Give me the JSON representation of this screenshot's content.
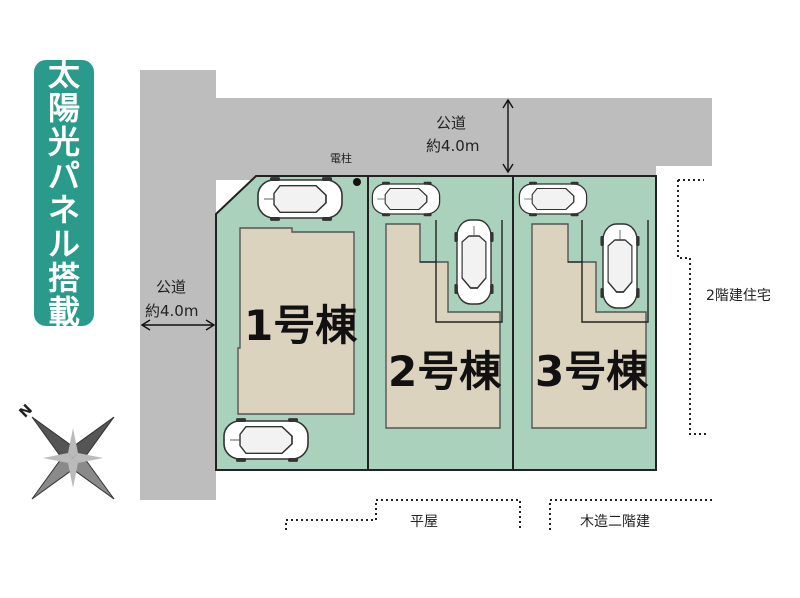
{
  "banner": {
    "text": "太陽光パネル搭載"
  },
  "roads": {
    "top": {
      "name": "公道",
      "width": "約4.0m"
    },
    "left": {
      "name": "公道",
      "width": "約4.0m"
    }
  },
  "pole_label": "電柱",
  "lots": [
    {
      "label": "1号棟"
    },
    {
      "label": "2号棟"
    },
    {
      "label": "3号棟"
    }
  ],
  "neighbors": {
    "right": "2階建住宅",
    "bottom_middle": "平屋",
    "bottom_right": "木造二階建"
  },
  "colors": {
    "road": "#bdbdbd",
    "lot": "#a9d1bb",
    "house": "#dcd3bf",
    "banner": "#2a9a8a"
  }
}
